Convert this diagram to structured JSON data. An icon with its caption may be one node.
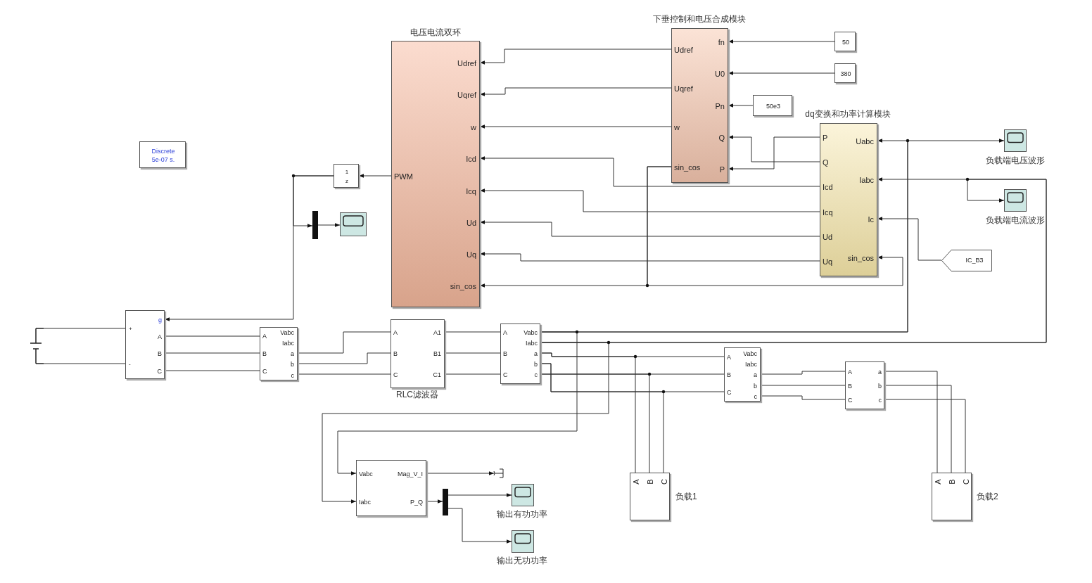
{
  "diagram": {
    "nodes": [
      {
        "text": [
          "Discrete 5e-07 s."
        ]
      },
      {
        "text": [],
        "shape": "battery"
      },
      {
        "text": [
          "+",
          "-",
          "g",
          "A",
          "B",
          "C"
        ]
      },
      {
        "text": [
          "1",
          "z"
        ]
      },
      {
        "text": [],
        "shape": "bar"
      },
      {
        "text": [],
        "shape": "box"
      },
      {
        "text": [
          "电压电流双环",
          "PWM",
          "Udref",
          "Uqref",
          "w",
          "Icd",
          "Icq",
          "Ud",
          "Uq",
          "sin_cos"
        ]
      },
      {
        "text": [
          "下垂控制和电压合成模块",
          "Udref",
          "Uqref",
          "w",
          "sin_cos",
          "fn",
          "U0",
          "Pn",
          "Q",
          "P"
        ]
      },
      {
        "text": [
          "50"
        ]
      },
      {
        "text": [
          "380"
        ]
      },
      {
        "text": [
          "50e3"
        ]
      },
      {
        "text": [
          "dq变换和功率计算模块",
          "P",
          "Q",
          "Icd",
          "Icq",
          "Ud",
          "Uq",
          "Uabc",
          "Iabc",
          "Ic",
          "sin_cos"
        ]
      },
      {
        "text": [],
        "shape": "box",
        "beside": [
          "负载端电压波形"
        ]
      },
      {
        "text": [],
        "shape": "box",
        "beside": [
          "负载端电流波形"
        ]
      },
      {
        "text": [
          "IC_B3"
        ]
      },
      {
        "text": [
          "A",
          "B",
          "C",
          "Vabc",
          "Iabc",
          "a",
          "b",
          "c"
        ]
      },
      {
        "text": [
          "A",
          "B",
          "C",
          "A1",
          "B1",
          "C1"
        ],
        "beside": [
          "RLC滤波器"
        ]
      },
      {
        "text": [
          "A",
          "B",
          "C",
          "Vabc",
          "Iabc",
          "a",
          "b",
          "c"
        ]
      },
      {
        "text": [
          "A",
          "B",
          "C",
          "Vabc",
          "Iabc",
          "a",
          "b",
          "c"
        ]
      },
      {
        "text": [
          "A",
          "B",
          "C",
          "a",
          "b",
          "c"
        ]
      },
      {
        "text": [
          "A",
          "B",
          "C"
        ],
        "beside": [
          "负载1"
        ]
      },
      {
        "text": [
          "A",
          "B",
          "C"
        ],
        "beside": [
          "负载2"
        ]
      },
      {
        "text": [
          "Vabc",
          "Iabc",
          "Mag_V_I",
          "P_Q"
        ]
      },
      {
        "text": [],
        "shape": "box"
      },
      {
        "text": [],
        "shape": "bar"
      },
      {
        "text": [],
        "shape": "box",
        "beside": [
          "输出有功功率"
        ]
      },
      {
        "text": [],
        "shape": "box",
        "beside": [
          "输出无功功率"
        ]
      }
    ],
    "edges": [
      {
        "from": 1,
        "to": 2,
        "arrow": "none"
      },
      {
        "from": 1,
        "to": 2,
        "arrow": "none"
      },
      {
        "from": 6,
        "to": 3,
        "arrow": "to"
      },
      {
        "from": 3,
        "to": 2,
        "arrow": "to"
      },
      {
        "from": 3,
        "to": 4,
        "arrow": "to"
      },
      {
        "from": 4,
        "to": 5,
        "arrow": "to"
      },
      {
        "from": 2,
        "to": 15,
        "arrow": "none"
      },
      {
        "from": 2,
        "to": 15,
        "arrow": "none"
      },
      {
        "from": 2,
        "to": 15,
        "arrow": "none"
      },
      {
        "from": 15,
        "to": 16,
        "arrow": "none"
      },
      {
        "from": 15,
        "to": 16,
        "arrow": "none"
      },
      {
        "from": 15,
        "to": 16,
        "arrow": "none"
      },
      {
        "from": 16,
        "to": 17,
        "arrow": "none"
      },
      {
        "from": 16,
        "to": 17,
        "arrow": "none"
      },
      {
        "from": 16,
        "to": 17,
        "arrow": "none"
      },
      {
        "from": 17,
        "to": 18,
        "arrow": "none"
      },
      {
        "from": 17,
        "to": 18,
        "arrow": "none"
      },
      {
        "from": 17,
        "to": 18,
        "arrow": "none"
      },
      {
        "from": 17,
        "to": 20,
        "arrow": "none"
      },
      {
        "from": 17,
        "to": 20,
        "arrow": "none"
      },
      {
        "from": 17,
        "to": 20,
        "arrow": "none"
      },
      {
        "from": 18,
        "to": 19,
        "arrow": "none"
      },
      {
        "from": 18,
        "to": 19,
        "arrow": "none"
      },
      {
        "from": 18,
        "to": 19,
        "arrow": "none"
      },
      {
        "from": 19,
        "to": 21,
        "arrow": "none"
      },
      {
        "from": 19,
        "to": 21,
        "arrow": "none"
      },
      {
        "from": 19,
        "to": 21,
        "arrow": "none"
      },
      {
        "from": 7,
        "to": 6,
        "arrow": "to"
      },
      {
        "from": 7,
        "to": 6,
        "arrow": "to"
      },
      {
        "from": 7,
        "to": 6,
        "arrow": "to"
      },
      {
        "from": 11,
        "to": 6,
        "arrow": "to"
      },
      {
        "from": 11,
        "to": 6,
        "arrow": "to"
      },
      {
        "from": 11,
        "to": 6,
        "arrow": "to"
      },
      {
        "from": 11,
        "to": 6,
        "arrow": "to"
      },
      {
        "from": 7,
        "to": 6,
        "arrow": "to"
      },
      {
        "from": 7,
        "to": 11,
        "arrow": "to"
      },
      {
        "from": 8,
        "to": 7,
        "arrow": "to"
      },
      {
        "from": 9,
        "to": 7,
        "arrow": "to"
      },
      {
        "from": 10,
        "to": 7,
        "arrow": "to"
      },
      {
        "from": 11,
        "to": 7,
        "arrow": "to"
      },
      {
        "from": 11,
        "to": 7,
        "arrow": "to"
      },
      {
        "from": 17,
        "to": 11,
        "arrow": "to"
      },
      {
        "from": 17,
        "to": 12,
        "arrow": "to"
      },
      {
        "from": 17,
        "to": 11,
        "arrow": "to"
      },
      {
        "from": 17,
        "to": 13,
        "arrow": "to"
      },
      {
        "from": 14,
        "to": 11,
        "arrow": "to"
      },
      {
        "from": 17,
        "to": 22,
        "arrow": "to"
      },
      {
        "from": 17,
        "to": 22,
        "arrow": "to"
      },
      {
        "from": 22,
        "to": 23,
        "arrow": "to"
      },
      {
        "from": 22,
        "to": 24,
        "arrow": "to"
      },
      {
        "from": 24,
        "to": 25,
        "arrow": "to"
      },
      {
        "from": 24,
        "to": 26,
        "arrow": "to"
      }
    ]
  }
}
